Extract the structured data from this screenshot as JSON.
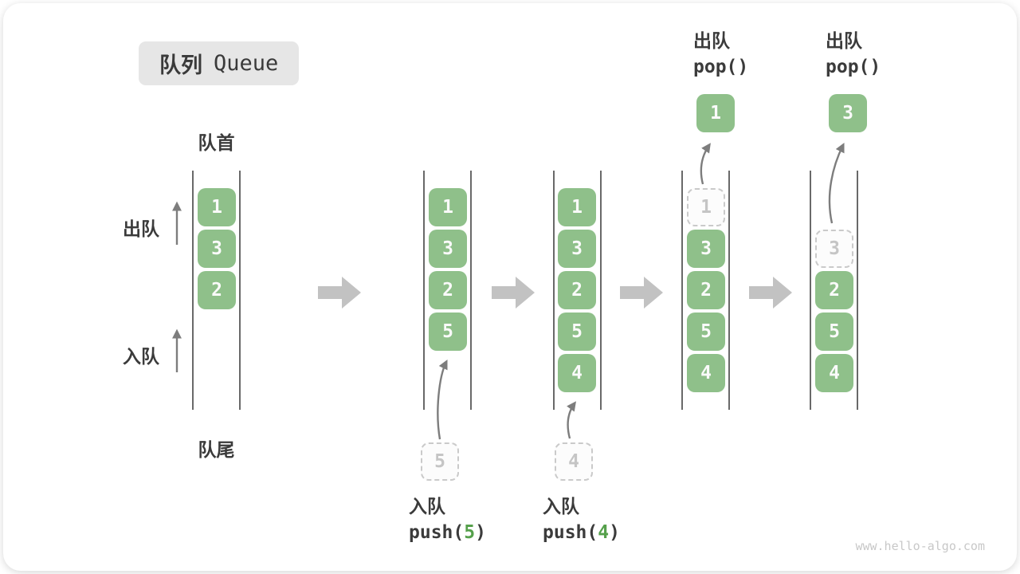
{
  "title": {
    "zh": "队列",
    "en": "Queue"
  },
  "labels": {
    "front": "队首",
    "rear": "队尾",
    "dequeue": "出队",
    "enqueue": "入队"
  },
  "operations": {
    "push5": {
      "label": "入队",
      "code_pre": "push(",
      "arg": "5",
      "code_post": ")"
    },
    "push4": {
      "label": "入队",
      "code_pre": "push(",
      "arg": "4",
      "code_post": ")"
    },
    "pop1": {
      "label": "出队",
      "code": "pop()"
    },
    "pop2": {
      "label": "出队",
      "code": "pop()"
    }
  },
  "queues": [
    {
      "cells": [
        "1",
        "3",
        "2"
      ]
    },
    {
      "cells": [
        "1",
        "3",
        "2",
        "5"
      ],
      "incoming": "5"
    },
    {
      "cells": [
        "1",
        "3",
        "2",
        "5",
        "4"
      ],
      "incoming": "4"
    },
    {
      "ghost": "1",
      "cells": [
        "3",
        "2",
        "5",
        "4"
      ],
      "popped": "1"
    },
    {
      "ghost": "3",
      "cells": [
        "2",
        "5",
        "4"
      ],
      "popped": "3"
    }
  ],
  "watermark": "www.hello-algo.com",
  "colors": {
    "cell_green": "#8FC08A",
    "accent_green": "#55a04b",
    "thin_arrow_gray": "#7d7d7d",
    "block_arrow_gray": "#c2c2c2",
    "badge_bg": "#e6e6e6",
    "text_dark": "#3b3b3b",
    "ghost_border": "#cacaca"
  }
}
